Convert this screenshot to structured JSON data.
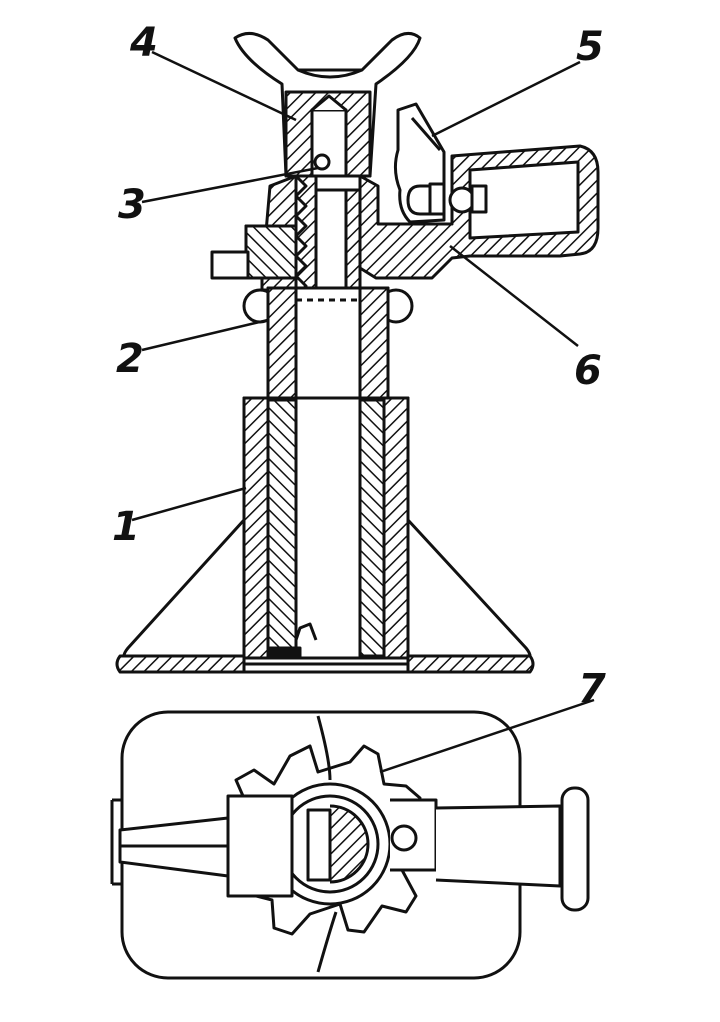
{
  "diagram": {
    "callouts": [
      {
        "id": "c1",
        "text": "1"
      },
      {
        "id": "c2",
        "text": "2"
      },
      {
        "id": "c3",
        "text": "3"
      },
      {
        "id": "c4",
        "text": "4"
      },
      {
        "id": "c5",
        "text": "5"
      },
      {
        "id": "c6",
        "text": "6"
      },
      {
        "id": "c7",
        "text": "7"
      }
    ]
  },
  "style": {
    "ink": "#111111",
    "paper": "#ffffff"
  }
}
